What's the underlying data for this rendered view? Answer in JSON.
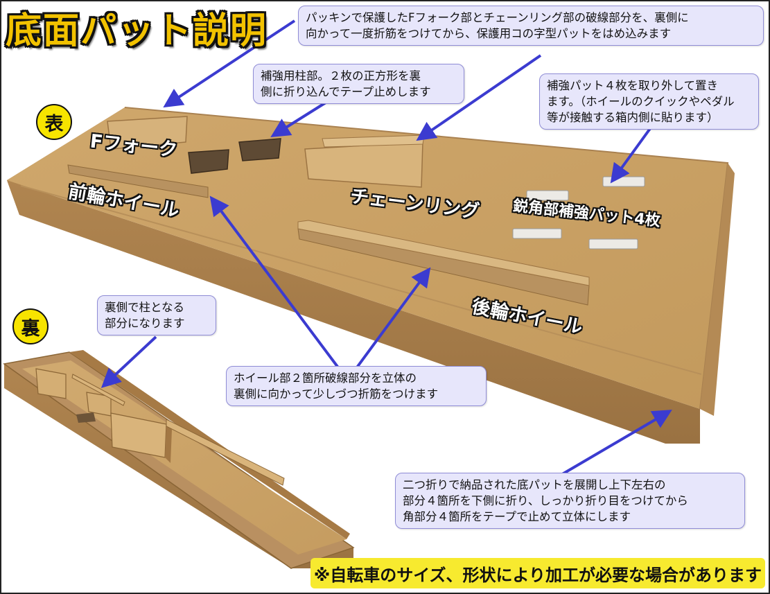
{
  "title": "底面パット説明",
  "badges": {
    "front": "表",
    "back": "裏"
  },
  "labels": {
    "f_fork": "Fフォーク",
    "front_wheel": "前輪ホイール",
    "chainring": "チェーンリング",
    "reinforcement_pads": "鋭角部補強パット4枚",
    "rear_wheel": "後輪ホイール"
  },
  "callouts": {
    "fork_chainring": "パッキンで保護したFフォーク部とチェーンリング部の破線部分を、裏側に\n向かって一度折筋をつけてから、保護用コの字型パットをはめ込みます",
    "pillar": "補強用柱部。２枚の正方形を裏\n側に折り込んでテープ止めします",
    "pads": "補強パット４枚を取り外して置き\nます。（ホイールのクイックやペダル\n等が接触する箱内側に貼ります）",
    "back_pillar": "裏側で柱となる\n部分になります",
    "wheel_fold": "ホイール部２箇所破線部分を立体の\n裏側に向かって少しづつ折筋をつけます",
    "unfold": "二つ折りで納品された底パットを展開し上下左右の\n部分４箇所を下側に折り、しっかり折り目をつけてから\n角部分４箇所をテープで止めて立体にします"
  },
  "note": "※自転車のサイズ、形状により加工が必要な場合があります",
  "colors": {
    "title_fill": "#f2c200",
    "callout_bg": "#e7e6fb",
    "callout_border": "#8f8cd6",
    "arrow": "#3b3bd0",
    "badge": "#f7e400",
    "note_bg": "#f7ea2f",
    "cardboard": "#c9a063"
  }
}
